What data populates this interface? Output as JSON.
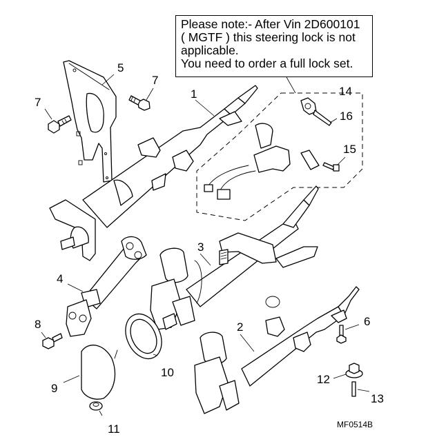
{
  "diagram": {
    "title": "Steering column exploded view",
    "note": {
      "lines": [
        "Please note:- After Vin 2D600101",
        "( MGTF ) this steering lock is not",
        "applicable.",
        "You need to order a full lock set."
      ]
    },
    "reference_code": "MF0514B",
    "callouts": [
      {
        "id": "1",
        "label": "1",
        "part": "steering-column-upper"
      },
      {
        "id": "2",
        "label": "2",
        "part": "steering-column-epas-assembly"
      },
      {
        "id": "3",
        "label": "3",
        "part": "steering-column-with-lock-and-epas"
      },
      {
        "id": "4",
        "label": "4",
        "part": "intermediate-shaft-universal-joint"
      },
      {
        "id": "5",
        "label": "5",
        "part": "mounting-bracket"
      },
      {
        "id": "6",
        "label": "6",
        "part": "bolt"
      },
      {
        "id": "7a",
        "label": "7",
        "part": "bolt-left"
      },
      {
        "id": "7b",
        "label": "7",
        "part": "bolt-right"
      },
      {
        "id": "8",
        "label": "8",
        "part": "bolt"
      },
      {
        "id": "9",
        "label": "9",
        "part": "gaiter-boot"
      },
      {
        "id": "10",
        "label": "10",
        "part": "seal-ring"
      },
      {
        "id": "11",
        "label": "11",
        "part": "washer-bush"
      },
      {
        "id": "12",
        "label": "12",
        "part": "nut"
      },
      {
        "id": "13",
        "label": "13",
        "part": "stud"
      },
      {
        "id": "14",
        "label": "14",
        "part": "steering-lock-kit"
      },
      {
        "id": "15",
        "label": "15",
        "part": "shear-bolt"
      },
      {
        "id": "16",
        "label": "16",
        "part": "key"
      }
    ]
  }
}
